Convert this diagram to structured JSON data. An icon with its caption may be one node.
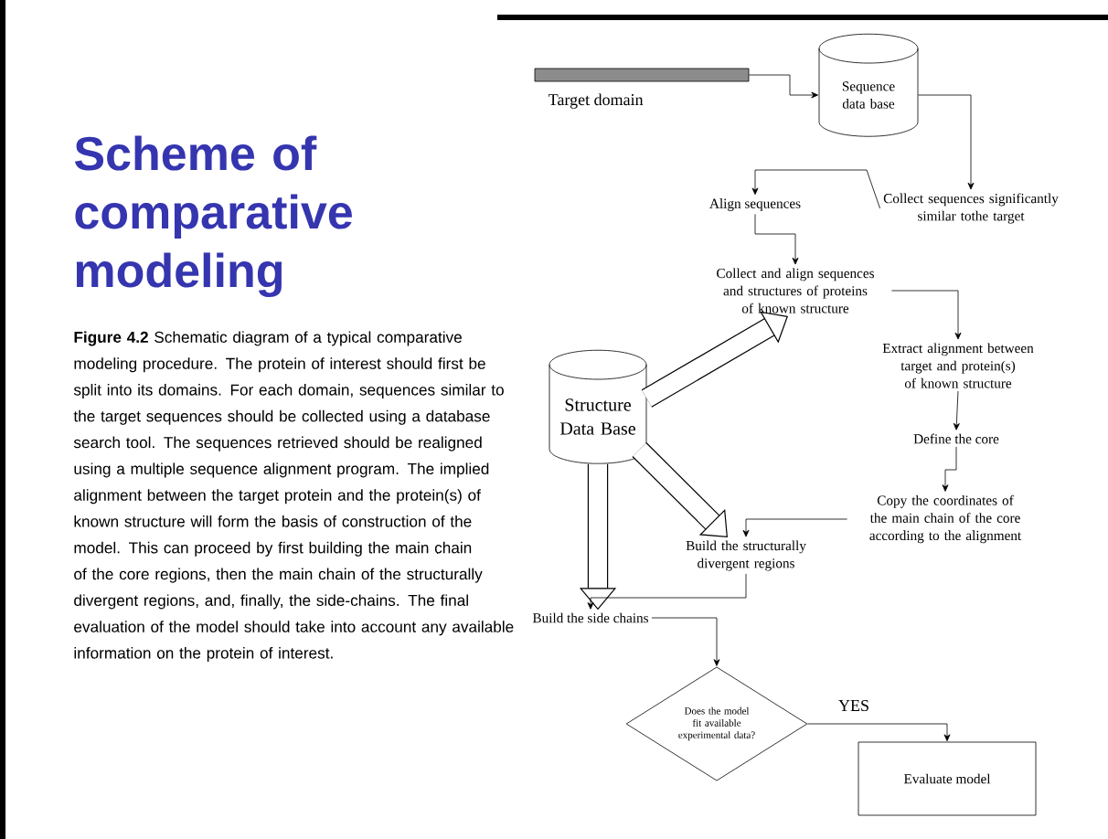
{
  "diagram": {
    "title": "Scheme of comparative modeling",
    "caption": "**Figure 4.2** Schematic diagram of a typical comparative modeling procedure. The protein of interest should first be split into its domains. For each domain, sequences similar to the target sequences should be collected using a database search tool. The sequences retrieved should be realigned using a multiple sequence alignment program. The implied alignment between the target protein and the protein(s) of known structure will form the basis of construction of the model. This can proceed by first building the main chain of the core regions, then the main chain of the structurally divergent regions, and, finally, the side-chains. The final evaluation of the model should take into account any available information on the protein of interest.",
    "nodes": [
      {
        "text": [],
        "shape": "bar",
        "beside": [
          "Target domain"
        ]
      },
      {
        "text": [
          "Sequence data base"
        ]
      },
      {
        "text": [
          "Collect sequences significantly similar tothe target"
        ]
      },
      {
        "text": [
          "Align sequences"
        ]
      },
      {
        "text": [
          "Collect and align sequences and structures of proteins of known structure"
        ]
      },
      {
        "text": [
          "Extract alignment between target and protein(s) of known structure"
        ]
      },
      {
        "text": [
          "Define the core"
        ]
      },
      {
        "text": [
          "Copy the coordinates of the main chain of the core according to the alignment"
        ]
      },
      {
        "text": [
          "Structure Data Base"
        ]
      },
      {
        "text": [
          "Build the structurally divergent regions"
        ]
      },
      {
        "text": [
          "Build the side chains"
        ]
      },
      {
        "text": [
          "Does the model fit available experimental data?"
        ]
      },
      {
        "text": [
          "Evaluate model"
        ]
      }
    ],
    "edges": [
      {
        "from": 0,
        "to": 1,
        "arrow": "to"
      },
      {
        "from": 1,
        "to": 2,
        "arrow": "to"
      },
      {
        "from": 2,
        "to": 3,
        "arrow": "to"
      },
      {
        "from": 3,
        "to": 4,
        "arrow": "to"
      },
      {
        "from": 4,
        "to": 5,
        "arrow": "to"
      },
      {
        "from": 5,
        "to": 6,
        "arrow": "to"
      },
      {
        "from": 6,
        "to": 7,
        "arrow": "to"
      },
      {
        "from": 7,
        "to": 9,
        "arrow": "to"
      },
      {
        "from": 9,
        "to": 10,
        "arrow": "to"
      },
      {
        "from": 10,
        "to": 11,
        "arrow": "to"
      },
      {
        "from": 11,
        "to": 12,
        "arrow": "to",
        "label": "YES"
      },
      {
        "from": 8,
        "to": 4,
        "arrow": "to",
        "style": "thick"
      },
      {
        "from": 8,
        "to": 9,
        "arrow": "to",
        "style": "thick"
      },
      {
        "from": 8,
        "to": 10,
        "arrow": "to",
        "style": "thick"
      }
    ]
  }
}
